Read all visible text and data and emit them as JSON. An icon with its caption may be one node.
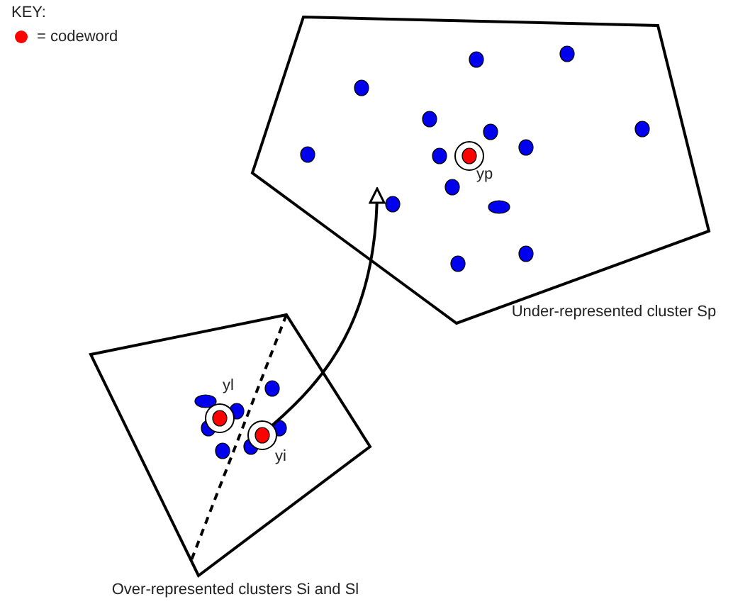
{
  "diagram": {
    "nodes": [
      {
        "text": [
          "Under-represented cluster Sp"
        ]
      },
      {
        "text": [
          "yp"
        ],
        "in": 0
      },
      {
        "text": [
          "Over-represented clusters Si and Sl"
        ]
      },
      {
        "text": [
          "yl"
        ],
        "in": 2
      },
      {
        "text": [
          "yi"
        ],
        "in": 2
      }
    ],
    "edges": [
      {
        "from": 4,
        "to": 0,
        "arrow": "to"
      }
    ],
    "labels": [
      "KEY:"
    ],
    "legend": [
      {
        "text": "= codeword",
        "color": "#ff0000"
      }
    ]
  }
}
